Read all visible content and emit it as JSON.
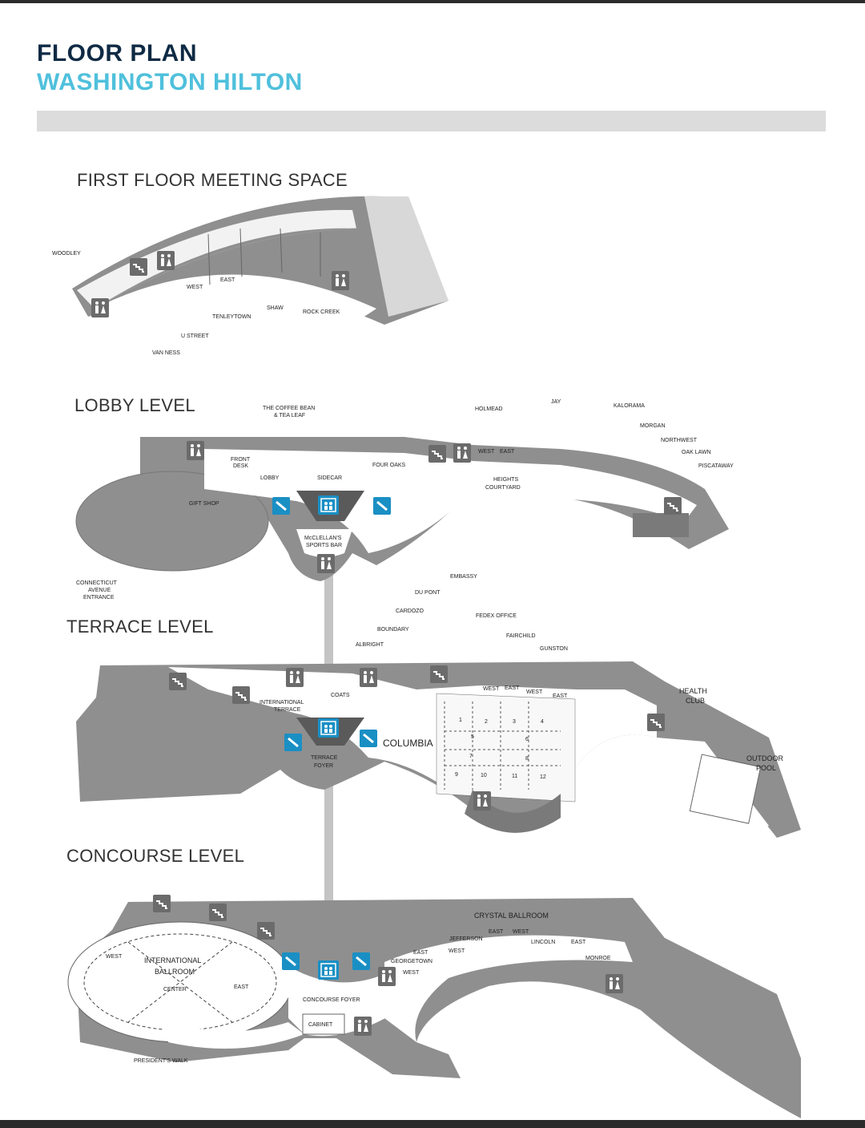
{
  "header": {
    "title": "FLOOR PLAN",
    "subtitle": "WASHINGTON HILTON"
  },
  "colors": {
    "title_dark": "#0f2a44",
    "title_accent": "#4fc0dc",
    "floor_grey": "#8f8f8f",
    "corridor_white": "#ffffff",
    "icon_blue": "#1a8fc4",
    "icon_grey": "#6b6b6b"
  },
  "levels": {
    "first_floor": "FIRST FLOOR MEETING SPACE",
    "lobby": "LOBBY LEVEL",
    "terrace": "TERRACE LEVEL",
    "concourse": "CONCOURSE LEVEL"
  },
  "rooms": {
    "woodley": "WOODLEY",
    "west1": "WEST",
    "east1": "EAST",
    "tenleytown": "TENLEYTOWN",
    "shaw": "SHAW",
    "rock_creek": "ROCK CREEK",
    "u_street": "U STREET",
    "van_ness": "VAN NESS",
    "coffee_bean_1": "THE COFFEE BEAN",
    "coffee_bean_2": "& TEA LEAF",
    "front_desk_1": "FRONT",
    "front_desk_2": "DESK",
    "lobby": "LOBBY",
    "sidecar": "SIDECAR",
    "four_oaks": "FOUR OAKS",
    "gift_shop": "GIFT SHOP",
    "mcclellans_1": "McCLELLAN'S",
    "mcclellans_2": "SPORTS BAR",
    "holmead": "HOLMEAD",
    "jay": "JAY",
    "kalorama": "KALORAMA",
    "morgan": "MORGAN",
    "northwest": "NORTHWEST",
    "oak_lawn": "OAK LAWN",
    "piscataway": "PISCATAWAY",
    "west2": "WEST",
    "east2": "EAST",
    "heights_1": "HEIGHTS",
    "heights_2": "COURTYARD",
    "connecticut_1": "CONNECTICUT",
    "connecticut_2": "AVENUE",
    "connecticut_3": "ENTRANCE",
    "embassy": "EMBASSY",
    "du_pont": "DU PONT",
    "cardozo": "CARDOZO",
    "boundary": "BOUNDARY",
    "albright": "ALBRIGHT",
    "fedex": "FEDEX OFFICE",
    "fairchild": "FAIRCHILD",
    "gunston": "GUNSTON",
    "health_1": "HEALTH",
    "health_2": "CLUB",
    "outdoor_1": "OUTDOOR",
    "outdoor_2": "POOL",
    "intl_terrace_1": "INTERNATIONAL",
    "intl_terrace_2": "TERRACE",
    "coats": "COATS",
    "terrace_foyer_1": "TERRACE",
    "terrace_foyer_2": "FOYER",
    "columbia": "COLUMBIA",
    "west3": "WEST",
    "east3": "EAST",
    "west4": "WEST",
    "east4": "EAST",
    "crystal": "CRYSTAL BALLROOM",
    "jefferson": "JEFFERSON",
    "lincoln": "LINCOLN",
    "monroe": "MONROE",
    "georgetown": "GEORGETOWN",
    "east5": "EAST",
    "west5": "WEST",
    "west6": "WEST",
    "east6": "EAST",
    "west7": "WEST",
    "east7": "EAST",
    "intl_ballroom_1": "INTERNATIONAL",
    "intl_ballroom_2": "BALLROOM",
    "west8": "WEST",
    "center": "CENTER",
    "east8": "EAST",
    "concourse_foyer": "CONCOURSE FOYER",
    "cabinet": "CABINET",
    "presidents_walk": "PRESIDENT'S WALK"
  },
  "columbia_sections": [
    "1",
    "2",
    "3",
    "4",
    "5",
    "6",
    "7",
    "8",
    "9",
    "10",
    "11",
    "12"
  ]
}
